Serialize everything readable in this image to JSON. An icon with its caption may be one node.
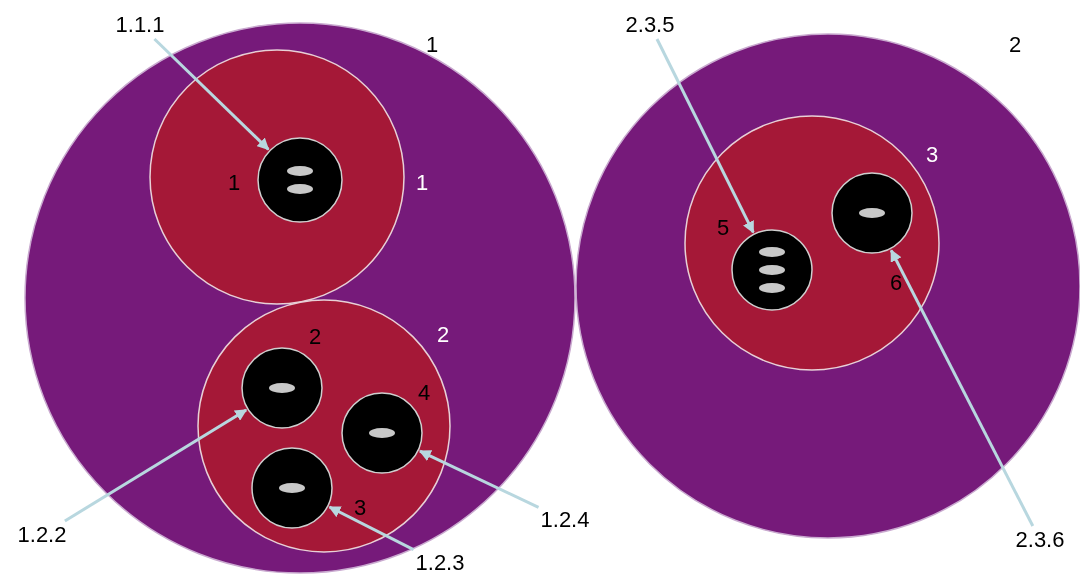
{
  "diagram": {
    "nodes": [
      {
        "text": [
          "1"
        ]
      },
      {
        "text": [
          "1"
        ],
        "in": 0
      },
      {
        "text": [
          "1"
        ],
        "in": 1
      },
      {
        "text": [
          "2"
        ],
        "in": 0
      },
      {
        "text": [
          "2"
        ],
        "in": 3
      },
      {
        "text": [
          "4"
        ],
        "in": 3
      },
      {
        "text": [
          "3"
        ],
        "in": 3
      },
      {
        "text": [
          "2"
        ]
      },
      {
        "text": [
          "3"
        ],
        "in": 7
      },
      {
        "text": [
          "5"
        ],
        "in": 8
      },
      {
        "text": [
          "6"
        ],
        "in": 8
      },
      {
        "text": [
          "1.1.1"
        ]
      },
      {
        "text": [
          "1.2.2"
        ]
      },
      {
        "text": [
          "1.2.3"
        ]
      },
      {
        "text": [
          "1.2.4"
        ]
      },
      {
        "text": [
          "2.3.5"
        ]
      },
      {
        "text": [
          "2.3.6"
        ]
      }
    ],
    "edges": [
      {
        "from": 11,
        "to": 2,
        "arrow": "to"
      },
      {
        "from": 12,
        "to": 4,
        "arrow": "to"
      },
      {
        "from": 13,
        "to": 6,
        "arrow": "to"
      },
      {
        "from": 14,
        "to": 5,
        "arrow": "to"
      },
      {
        "from": 15,
        "to": 9,
        "arrow": "to"
      },
      {
        "from": 16,
        "to": 10,
        "arrow": "to"
      }
    ]
  }
}
